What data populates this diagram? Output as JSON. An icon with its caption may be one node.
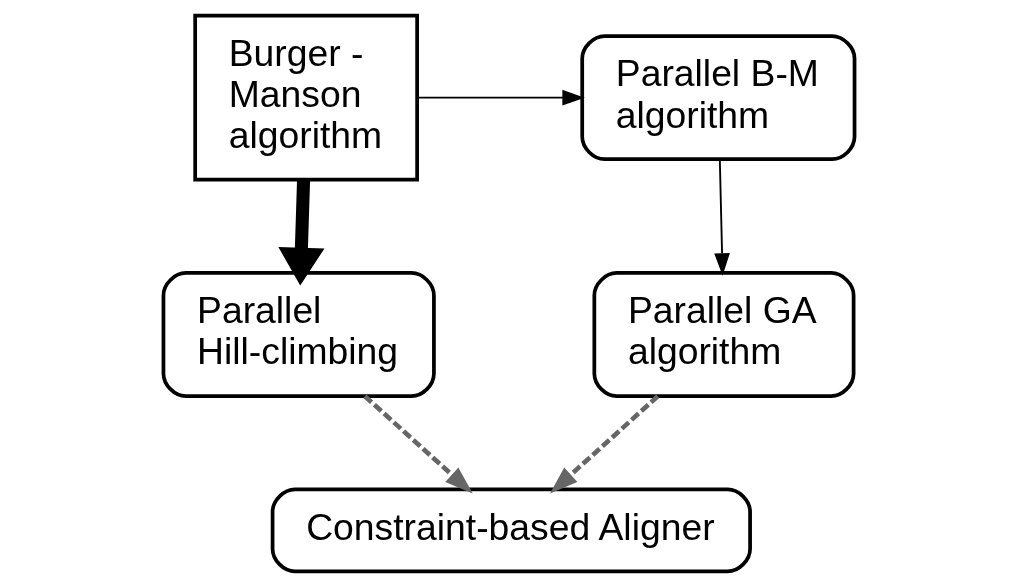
{
  "diagram": {
    "nodes": [
      {
        "text": [
          "Burger - Manson algorithm"
        ]
      },
      {
        "text": [
          "Parallel B-M algorithm"
        ]
      },
      {
        "text": [
          "Parallel Hill-climbing"
        ]
      },
      {
        "text": [
          "Parallel GA algorithm"
        ]
      },
      {
        "text": [
          "Constraint-based Aligner"
        ]
      }
    ],
    "edges": [
      {
        "from": 0,
        "to": 1,
        "arrow": "to"
      },
      {
        "from": 0,
        "to": 2,
        "arrow": "to",
        "style": "thick"
      },
      {
        "from": 1,
        "to": 3,
        "arrow": "to"
      },
      {
        "from": 2,
        "to": 4,
        "arrow": "to",
        "style": "dashed",
        "color": "#666666"
      },
      {
        "from": 3,
        "to": 4,
        "arrow": "to",
        "style": "dashed",
        "color": "#666666"
      }
    ]
  }
}
